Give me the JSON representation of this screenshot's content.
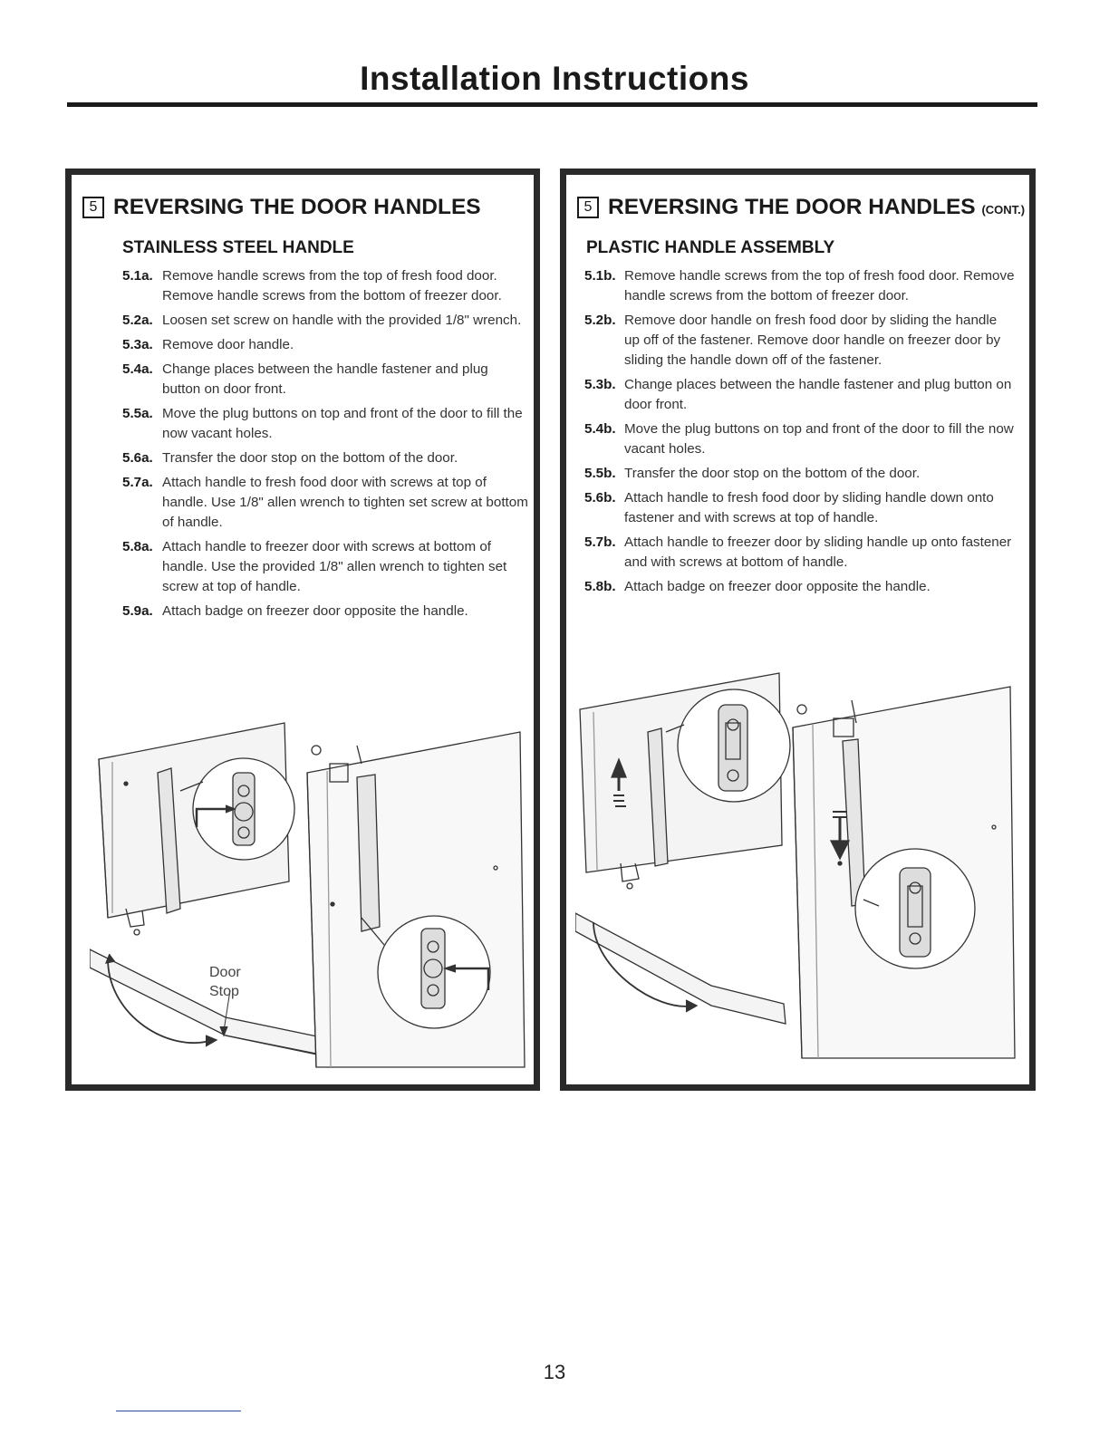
{
  "header": {
    "title": "Installation Instructions"
  },
  "left_panel": {
    "number": "5",
    "title": "REVERSING THE DOOR HANDLES",
    "cont": "",
    "subhead": "STAINLESS STEEL HANDLE",
    "steps": [
      {
        "num": "5.1a.",
        "text": "Remove handle screws from the top of fresh food door. Remove handle screws from the bottom of freezer door."
      },
      {
        "num": "5.2a.",
        "text": "Loosen set screw on handle with the provided 1/8\" wrench."
      },
      {
        "num": "5.3a.",
        "text": "Remove door handle."
      },
      {
        "num": "5.4a.",
        "text": "Change places between the handle fastener and plug button on door front."
      },
      {
        "num": "5.5a.",
        "text": "Move the plug buttons on top and front of the door to fill the now vacant holes."
      },
      {
        "num": "5.6a.",
        "text": "Transfer the door stop on the bottom of the door."
      },
      {
        "num": "5.7a.",
        "text": "Attach handle to fresh food door with screws at top of handle. Use 1/8\" allen wrench to tighten set screw at bottom of handle."
      },
      {
        "num": "5.8a.",
        "text": "Attach handle to freezer door with screws at bottom of handle. Use the provided 1/8\" allen wrench to tighten set screw at top of handle."
      },
      {
        "num": "5.9a.",
        "text": "Attach badge on freezer door opposite the handle."
      }
    ],
    "illustration": {
      "door_stop_label_1": "Door",
      "door_stop_label_2": "Stop"
    }
  },
  "right_panel": {
    "number": "5",
    "title": "REVERSING THE DOOR HANDLES",
    "cont": "(CONT.)",
    "subhead": "PLASTIC HANDLE ASSEMBLY",
    "steps": [
      {
        "num": "5.1b.",
        "text": "Remove handle screws from the top of fresh food door. Remove handle screws from the bottom of freezer door."
      },
      {
        "num": "5.2b.",
        "text": "Remove door handle on fresh food door by sliding the handle up off of the fastener. Remove door handle on freezer door by sliding the handle down off of the fastener."
      },
      {
        "num": "5.3b.",
        "text": "Change places between the handle fastener and plug button on door front."
      },
      {
        "num": "5.4b.",
        "text": "Move the plug buttons on top and front of the door to fill the now vacant holes."
      },
      {
        "num": "5.5b.",
        "text": "Transfer the door stop on the bottom of the door."
      },
      {
        "num": "5.6b.",
        "text": "Attach handle to fresh food door by sliding handle down onto fastener and with screws at top of handle."
      },
      {
        "num": "5.7b.",
        "text": "Attach handle to freezer door by sliding handle up onto fastener and with screws at bottom of handle."
      },
      {
        "num": "5.8b.",
        "text": "Attach badge on freezer door opposite the handle."
      }
    ]
  },
  "footer": {
    "page_number": "13"
  }
}
